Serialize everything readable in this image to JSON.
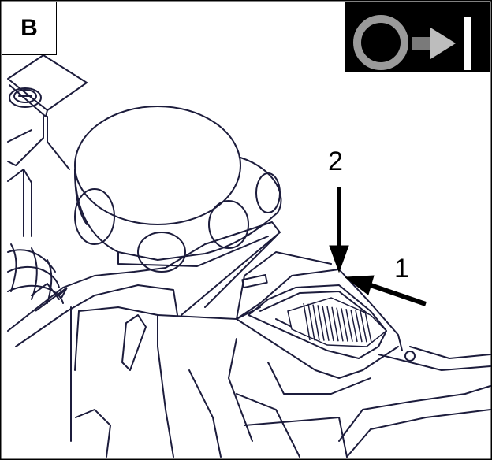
{
  "panel_label": "B",
  "callouts": {
    "step_2": "2",
    "step_1": "1"
  },
  "icon": {
    "name": "off-to-on-switch-icon",
    "bg": "#000000",
    "off_color": "#9a9a9a",
    "on_color": "#ffffff"
  },
  "colors": {
    "line": "#1c1c3c",
    "arrow": "#000000",
    "paper": "#ffffff"
  }
}
